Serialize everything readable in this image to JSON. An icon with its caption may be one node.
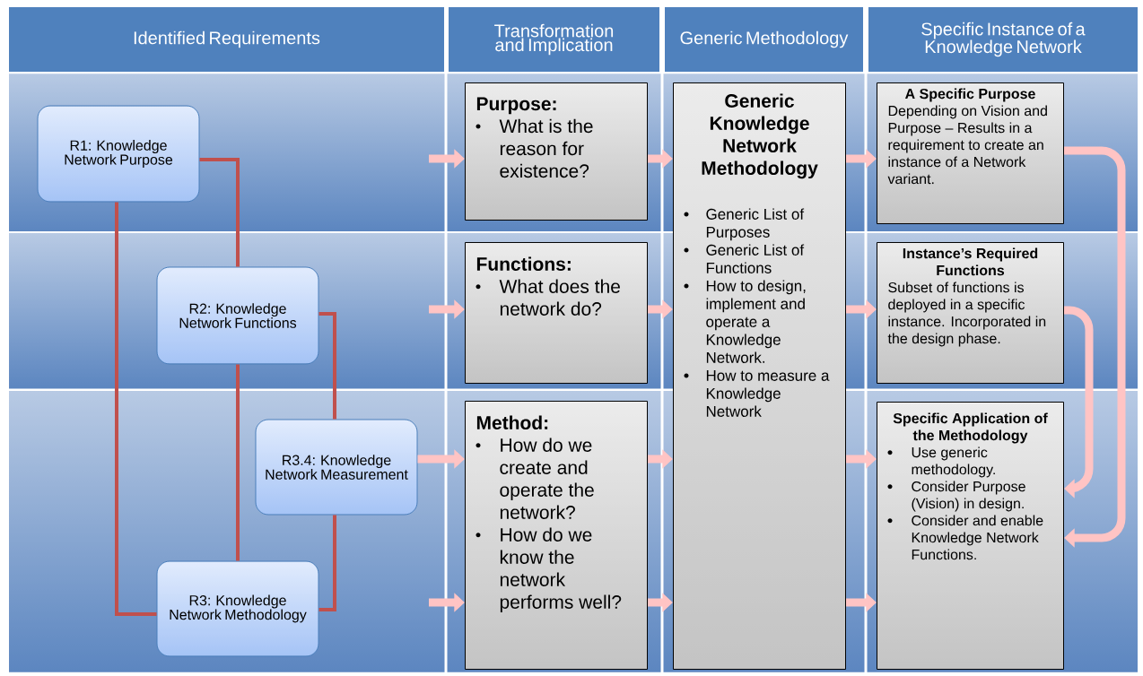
{
  "diagram": {
    "nodes": [
      {
        "text": [
          "Identified Requirements"
        ]
      },
      {
        "text": [
          "Transformation and Implication"
        ]
      },
      {
        "text": [
          "Generic Methodology"
        ]
      },
      {
        "text": [
          "Specific Instance of a Knowledge Network"
        ]
      },
      {
        "text": [
          "R1: Knowledge Network Purpose"
        ]
      },
      {
        "text": [
          "R2: Knowledge Network Functions"
        ]
      },
      {
        "text": [
          "R3.4: Knowledge Network Measurement"
        ]
      },
      {
        "text": [
          "R3: Knowledge Network Methodology"
        ]
      },
      {
        "text": [
          "Purpose:",
          "What is the reason for existence?"
        ]
      },
      {
        "text": [
          "Functions:",
          "What does the network do?"
        ]
      },
      {
        "text": [
          "Method:",
          "How do we create and operate the network?",
          "How do we know the network performs well?"
        ]
      },
      {
        "text": [
          "Generic Knowledge Network Methodology",
          "Generic List of Purposes",
          "Generic List of Functions",
          "How to design, implement and operate a Knowledge Network.",
          "How to measure a Knowledge Network"
        ]
      },
      {
        "text": [
          "A Specific Purpose",
          "Depending on Vision and Purpose – Results in a requirement to create an instance of a Network variant."
        ]
      },
      {
        "text": [
          "Instance’s Required Functions",
          "Subset of functions is deployed in a specific instance. Incorporated in the design phase."
        ]
      },
      {
        "text": [
          "Specific Application of the Methodology",
          "Use generic methodology.",
          "Consider Purpose (Vision) in design.",
          "Consider and enable Knowledge Network Functions."
        ]
      }
    ],
    "edges": [
      {
        "from": 4,
        "to": 5,
        "arrow": "none",
        "color": "#c0504d"
      },
      {
        "from": 4,
        "to": 7,
        "arrow": "none",
        "color": "#c0504d"
      },
      {
        "from": 5,
        "to": 7,
        "arrow": "none",
        "color": "#c0504d"
      },
      {
        "from": 5,
        "to": 6,
        "arrow": "none",
        "color": "#c0504d"
      },
      {
        "from": 6,
        "to": 7,
        "arrow": "none",
        "color": "#c0504d"
      },
      {
        "from": null,
        "to": 8,
        "arrow": "to"
      },
      {
        "from": null,
        "to": 9,
        "arrow": "to"
      },
      {
        "from": 6,
        "to": 10,
        "arrow": "to"
      },
      {
        "from": null,
        "to": 10,
        "arrow": "to"
      },
      {
        "from": 8,
        "to": 11,
        "arrow": "to"
      },
      {
        "from": 9,
        "to": 11,
        "arrow": "to"
      },
      {
        "from": 10,
        "to": 11,
        "arrow": "to"
      },
      {
        "from": 10,
        "to": 11,
        "arrow": "to"
      },
      {
        "from": 11,
        "to": 12,
        "arrow": "to"
      },
      {
        "from": 11,
        "to": 13,
        "arrow": "to"
      },
      {
        "from": 11,
        "to": 14,
        "arrow": "to"
      },
      {
        "from": 11,
        "to": 14,
        "arrow": "to"
      },
      {
        "from": 12,
        "to": 14,
        "arrow": "to"
      },
      {
        "from": 13,
        "to": 14,
        "arrow": "to"
      }
    ]
  }
}
